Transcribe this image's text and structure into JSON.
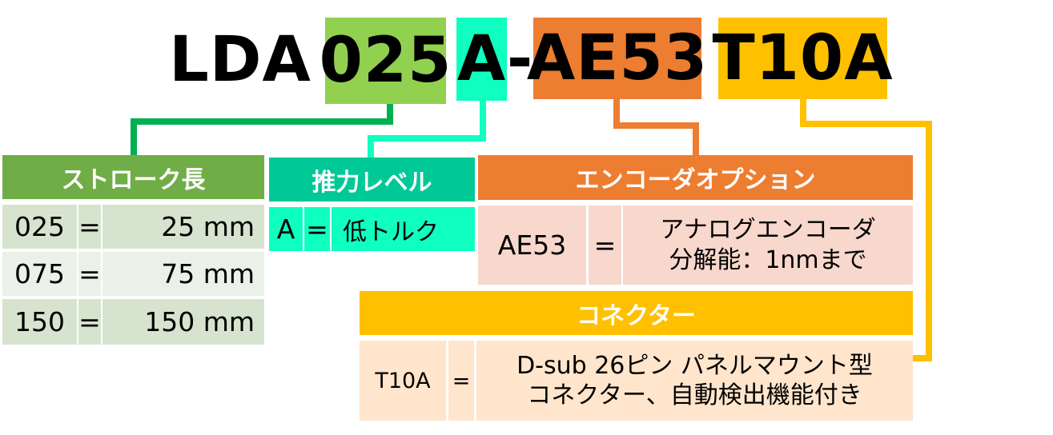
{
  "model_code": {
    "prefix": "LDA",
    "stroke": "025",
    "thrust": "A",
    "dash": "-",
    "encoder": "AE53",
    "connector": "T10A"
  },
  "colors": {
    "stroke": "#92D050",
    "stroke_line": "#00B050",
    "thrust": "#0FFFC0",
    "encoder": "#ED7D31",
    "connector": "#FFC000"
  },
  "stroke_table": {
    "title": "ストローク長",
    "rows": [
      {
        "code": "025",
        "eq": "=",
        "value": "25 mm"
      },
      {
        "code": "075",
        "eq": "=",
        "value": "75 mm"
      },
      {
        "code": "150",
        "eq": "=",
        "value": "150 mm"
      }
    ]
  },
  "thrust_table": {
    "title": "推力レベル",
    "rows": [
      {
        "code": "A",
        "eq": "=",
        "value": "低トルク"
      }
    ]
  },
  "encoder_table": {
    "title": "エンコーダオプション",
    "rows": [
      {
        "code": "AE53",
        "eq": "=",
        "value_line1": "アナログエンコーダ",
        "value_line2": "分解能：1nmまで"
      }
    ]
  },
  "connector_table": {
    "title": "コネクター",
    "rows": [
      {
        "code": "T10A",
        "eq": "=",
        "value_line1": "D-sub 26ピン パネルマウント型",
        "value_line2": "コネクター、自動検出機能付き"
      }
    ]
  }
}
